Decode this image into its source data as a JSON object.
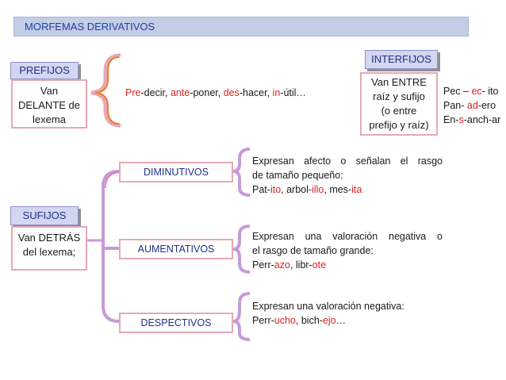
{
  "title": "MORFEMAS DERIVATIVOS",
  "prefijos": {
    "tag": "PREFIJOS",
    "desc": [
      "Van",
      "DELANTE de",
      "lexema"
    ],
    "examples": [
      {
        "morph": "Pre",
        "rest": "-decir, "
      },
      {
        "morph": "ante",
        "rest": "-poner, "
      },
      {
        "morph": "des",
        "rest": "-hacer, "
      },
      {
        "morph": "in",
        "rest": "-útil…"
      }
    ]
  },
  "interfijos": {
    "tag": "INTERFIJOS",
    "desc": [
      "Van ENTRE",
      "raíz y sufijo",
      "(o entre",
      "prefijo y raíz)"
    ],
    "examples": [
      {
        "pre": "Pec – ",
        "morph": "ec",
        "post": "- ito"
      },
      {
        "pre": "Pan- ",
        "morph": "ad",
        "post": "-ero"
      },
      {
        "pre": "En-",
        "morph": "s",
        "post": "-anch-ar"
      }
    ]
  },
  "sufijos": {
    "tag": "SUFIJOS",
    "desc": [
      "Van DETRÁS",
      "del lexema;"
    ],
    "types": [
      {
        "label": "DIMINUTIVOS",
        "lines": [
          "Expresan afecto o señalan el rasgo",
          "de tamaño pequeño:"
        ],
        "examples": [
          {
            "pre": "Pat-",
            "morph": "ito",
            "post": ", "
          },
          {
            "pre": "arbol-",
            "morph": "illo",
            "post": ", "
          },
          {
            "pre": "mes-",
            "morph": "ita",
            "post": ""
          }
        ]
      },
      {
        "label": "AUMENTATIVOS",
        "lines": [
          "Expresan una valoración negativa o",
          "el rasgo de tamaño grande:"
        ],
        "examples": [
          {
            "pre": "Perr-",
            "morph": "azo",
            "post": ", "
          },
          {
            "pre": "libr-",
            "morph": "ote",
            "post": ""
          }
        ]
      },
      {
        "label": "DESPECTIVOS",
        "lines": [
          "Expresan una valoración negativa:"
        ],
        "examples": [
          {
            "pre": "Perr-",
            "morph": "ucho",
            "post": ", "
          },
          {
            "pre": "bich-",
            "morph": "ejo",
            "post": "…"
          }
        ]
      }
    ]
  }
}
